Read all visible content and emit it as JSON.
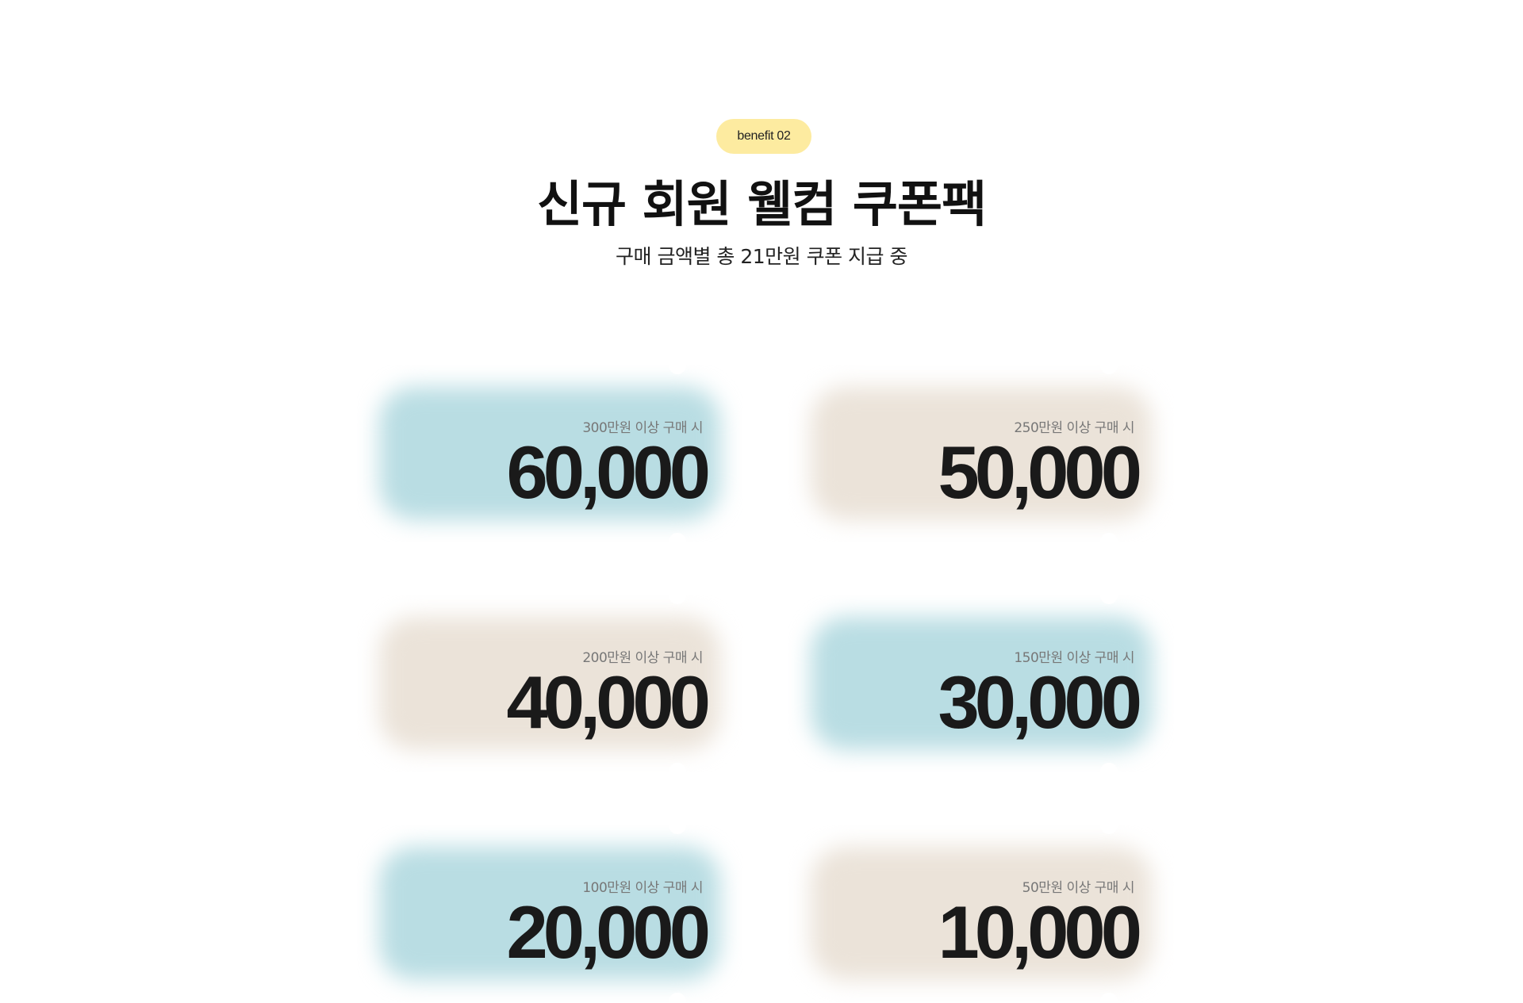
{
  "header": {
    "badge": "benefit 02",
    "title": "신규 회원 웰컴 쿠폰팩",
    "subtitle": "구매 금액별 총 21만원 쿠폰 지급 중"
  },
  "coupons": [
    {
      "condition": "300만원 이상 구매 시",
      "amount": "60,000",
      "color": "#b9dde3"
    },
    {
      "condition": "250만원 이상 구매 시",
      "amount": "50,000",
      "color": "#ebe3d9"
    },
    {
      "condition": "200만원 이상 구매 시",
      "amount": "40,000",
      "color": "#ebe3d9"
    },
    {
      "condition": "150만원 이상 구매 시",
      "amount": "30,000",
      "color": "#b9dde3"
    },
    {
      "condition": "100만원 이상 구매 시",
      "amount": "20,000",
      "color": "#b9dde3"
    },
    {
      "condition": "50만원 이상 구매 시",
      "amount": "10,000",
      "color": "#ebe3d9"
    }
  ]
}
